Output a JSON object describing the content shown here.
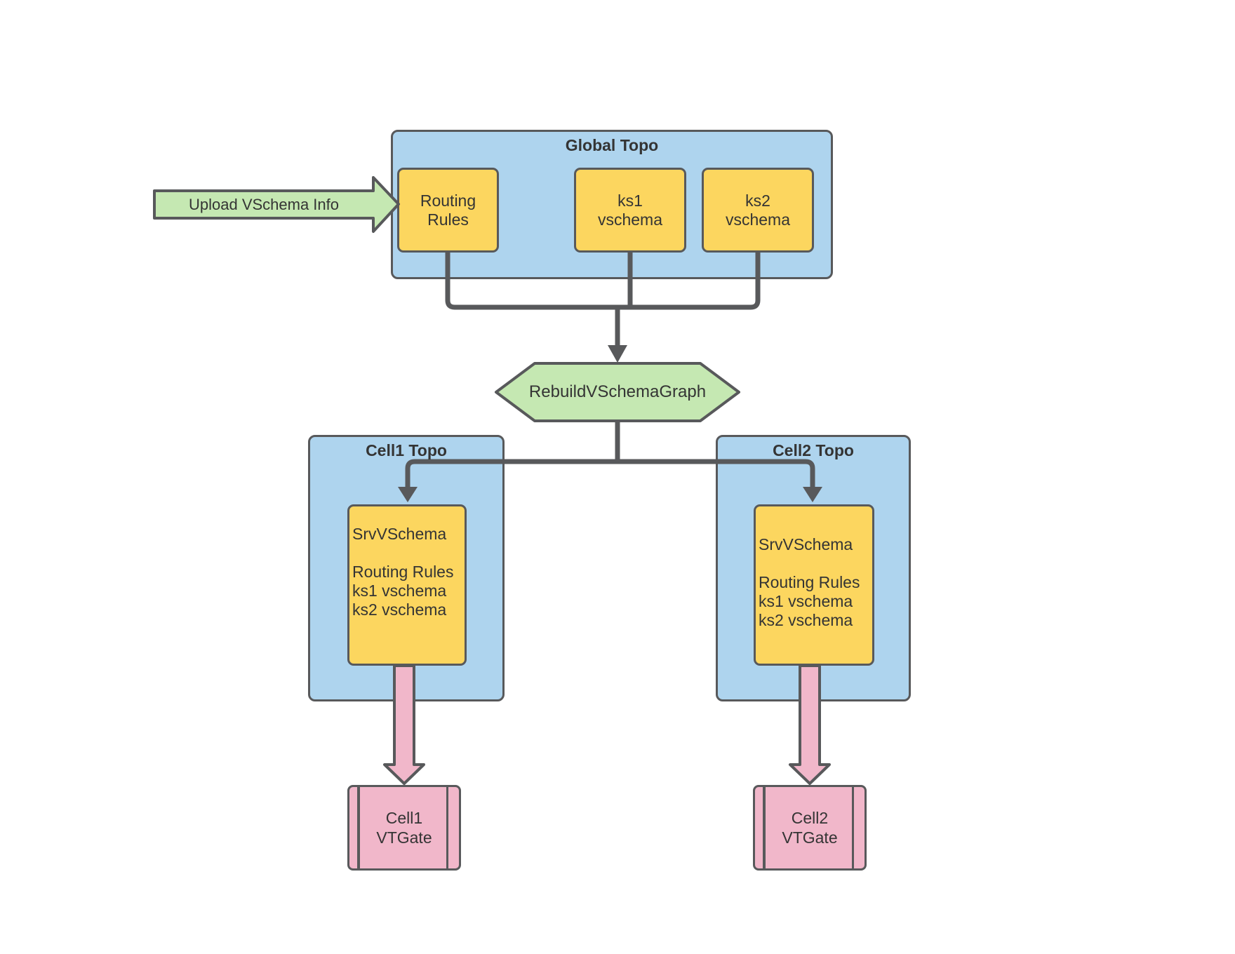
{
  "colors": {
    "blue": "#aed4ee",
    "yellow": "#fcd65f",
    "green": "#c5e8b2",
    "pink": "#f1b7ca",
    "stroke": "#58595b",
    "text": "#343434"
  },
  "upload_arrow": {
    "label": "Upload VSchema Info"
  },
  "global_topo": {
    "title": "Global Topo",
    "routing_rules": "Routing\nRules",
    "ks1": "ks1\nvschema",
    "ks2": "ks2\nvschema"
  },
  "rebuild_step": {
    "label": "RebuildVSchemaGraph"
  },
  "cell1": {
    "title": "Cell1 Topo",
    "srv_vschema": "SrvVSchema\n\nRouting Rules\nks1 vschema\nks2 vschema",
    "vtgate": "Cell1\nVTGate"
  },
  "cell2": {
    "title": "Cell2 Topo",
    "srv_vschema": "SrvVSchema\n\nRouting Rules\nks1 vschema\nks2 vschema",
    "vtgate": "Cell2\nVTGate"
  }
}
